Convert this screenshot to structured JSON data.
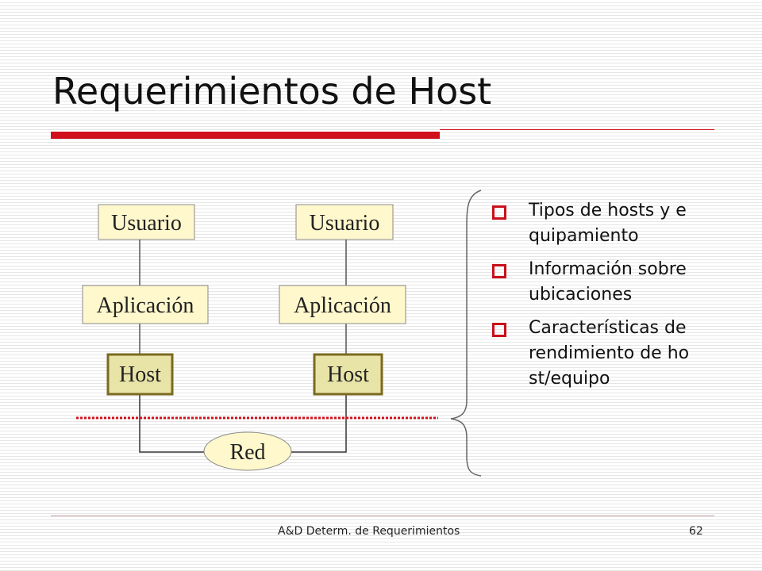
{
  "slide": {
    "title": "Requerimientos de Host",
    "footer": "A&D Determ. de Requerimientos",
    "page_number": "62"
  },
  "diagram": {
    "left_stack": {
      "user": "Usuario",
      "application": "Aplicación",
      "host": "Host"
    },
    "right_stack": {
      "user": "Usuario",
      "application": "Aplicación",
      "host": "Host"
    },
    "network": "Red"
  },
  "bullets": [
    "Tipos de hosts y equipamiento",
    "Información sobre ubicaciones",
    "Características de rendimiento de host/equipo"
  ],
  "colors": {
    "accent_red": "#d0101c",
    "box_fill": "#fff8cc",
    "host_border": "#7a6a20",
    "bullet_icon": "#c8101a"
  }
}
